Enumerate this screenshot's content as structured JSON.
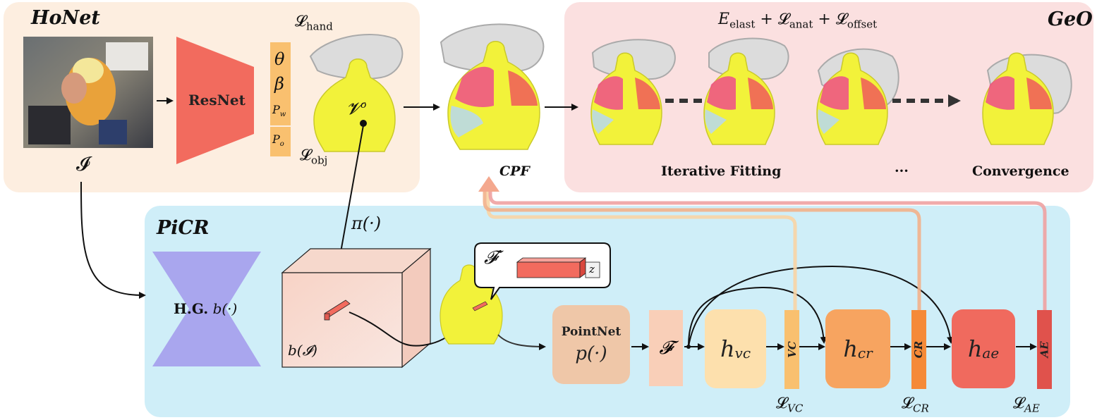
{
  "honet": {
    "title": "HoNet",
    "resnet_label": "ResNet",
    "input_label": "𝓘",
    "params": {
      "theta": "θ",
      "beta": "β",
      "pw": "P",
      "pw_sub": "w",
      "po": "P",
      "po_sub": "o"
    },
    "loss_hand": "𝓛",
    "loss_hand_sub": "hand",
    "loss_obj": "𝓛",
    "loss_obj_sub": "obj",
    "vertex_label": "𝓥",
    "vertex_sup": "o"
  },
  "cpf_label": "CPF",
  "geo": {
    "title": "GeO",
    "energy_eq_e": "E",
    "energy_eq_e_sub": "elast",
    "energy_eq_anat": "+ 𝓛",
    "energy_eq_anat_sub": "anat",
    "energy_eq_offset": "+ 𝓛",
    "energy_eq_offset_sub": "offset",
    "iterative_label": "Iterative  Fitting",
    "ellipsis": "···",
    "convergence_label": "Convergence"
  },
  "picr": {
    "title": "PiCR",
    "hg_label": "H.G.",
    "hg_func": "b(·)",
    "projection_label": "π(·)",
    "feature_volume_label": "b(𝓘)",
    "feature_prime_label": "𝓕′",
    "z_label": "z",
    "pointnet_label": "PointNet",
    "pointnet_func": "p(·)",
    "feature_label": "𝓕",
    "hvc": "h",
    "hvc_sub": "vc",
    "hcr": "h",
    "hcr_sub": "cr",
    "hae": "h",
    "hae_sub": "ae",
    "vc_tag": "VC",
    "cr_tag": "CR",
    "ae_tag": "AE",
    "loss_vc": "𝓛",
    "loss_vc_sub": "VC",
    "loss_cr": "𝓛",
    "loss_cr_sub": "CR",
    "loss_ae": "𝓛",
    "loss_ae_sub": "AE"
  },
  "colors": {
    "honet_bg": "#fdeee0",
    "geo_bg": "#fbe0e0",
    "picr_bg": "#cfeef8",
    "resnet": "#f26b5e",
    "hourglass": "#a9a6ee",
    "object_yellow": "#f2f23a",
    "pointnet": "#efc7a8",
    "hvc": "#fde0ad",
    "hcr": "#f7a460",
    "hae": "#f06a5e",
    "vc_stripe": "#f9c06f",
    "cr_stripe": "#f58a38",
    "ae_stripe": "#e0524c"
  }
}
